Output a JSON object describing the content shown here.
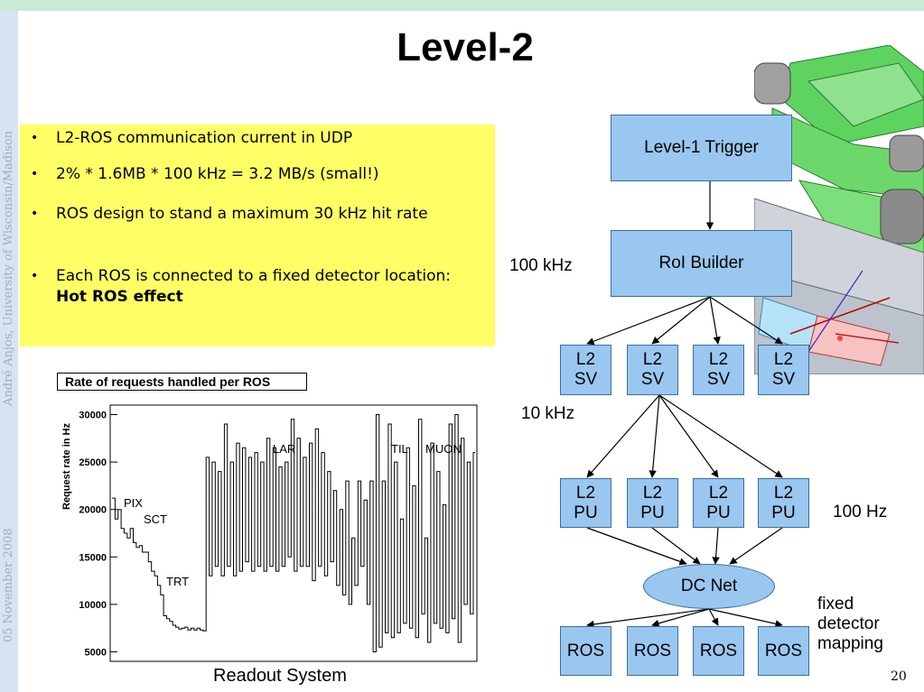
{
  "slide": {
    "title": "Level-2",
    "page_number": "20",
    "side_author": "André Anjos, University of Wisconsin/Madison",
    "side_date": "05 November 2008"
  },
  "bullets": [
    {
      "text": "L2-ROS communication current in UDP",
      "bold": ""
    },
    {
      "text": "2% * 1.6MB * 100 kHz = 3.2 MB/s (small!)",
      "bold": ""
    },
    {
      "text": "ROS design to stand a maximum 30 kHz hit rate",
      "bold": ""
    },
    {
      "text": "Each ROS is connected to a fixed detector location: ",
      "bold": "Hot ROS effect"
    }
  ],
  "diagram": {
    "level1": "Level-1 Trigger",
    "roi_builder": "RoI Builder",
    "rate_100khz": "100 kHz",
    "rate_10khz": "10 kHz",
    "rate_100hz": "100 Hz",
    "sv_line1": "L2",
    "sv_line2": "SV",
    "pu_line1": "L2",
    "pu_line2": "PU",
    "dc_net": "DC Net",
    "ros": "ROS",
    "note_line1": "fixed",
    "note_line2": "detector",
    "note_line3": "mapping"
  },
  "chart_data": {
    "type": "line",
    "title": "Rate of requests handled per ROS",
    "xlabel": "Readout System",
    "ylabel": "Request rate in Hz",
    "ylim": [
      4000,
      31000
    ],
    "yticks": [
      5000,
      10000,
      15000,
      20000,
      25000,
      30000
    ],
    "ytick_labels": [
      "5000",
      "10000",
      "15000",
      "20000",
      "25000",
      "30000"
    ],
    "annotations": [
      "PIX",
      "SCT",
      "TRT",
      "LAR",
      "TIL",
      "MUON"
    ],
    "x": [
      0,
      1,
      2,
      3,
      4,
      5,
      6,
      7,
      8,
      9,
      10,
      11,
      12,
      13,
      14,
      15,
      16,
      17,
      18,
      19,
      20,
      21,
      22,
      23,
      24,
      25,
      26,
      27,
      28,
      29,
      30,
      31,
      32,
      33,
      34,
      35,
      36,
      37,
      38,
      39,
      40,
      41,
      42,
      43,
      44,
      45,
      46,
      47,
      48,
      49,
      50,
      51,
      52,
      53,
      54,
      55,
      56,
      57,
      58,
      59,
      60,
      61,
      62,
      63,
      64,
      65,
      66,
      67,
      68,
      69,
      70,
      71,
      72,
      73,
      74,
      75,
      76,
      77,
      78,
      79,
      80,
      81,
      82,
      83,
      84,
      85,
      86,
      87,
      88,
      89,
      90,
      91,
      92,
      93,
      94,
      95,
      96,
      97,
      98,
      99,
      100,
      101,
      102,
      103,
      104,
      105,
      106,
      107,
      108,
      109,
      110,
      111,
      112,
      113,
      114,
      115,
      116,
      117,
      118,
      119
    ],
    "values": [
      21200,
      19000,
      20000,
      18000,
      17500,
      17000,
      18000,
      16500,
      16000,
      16200,
      15500,
      15500,
      14500,
      13500,
      13000,
      12000,
      11000,
      8800,
      8500,
      8200,
      7800,
      7600,
      7400,
      7500,
      7600,
      7300,
      7500,
      7300,
      7500,
      7300,
      7200,
      25500,
      13000,
      25000,
      14000,
      24000,
      13000,
      29000,
      14000,
      25000,
      13000,
      27000,
      13500,
      26500,
      14500,
      25500,
      13500,
      26000,
      14000,
      25000,
      13500,
      27500,
      14000,
      26500,
      13500,
      24500,
      14000,
      25000,
      15000,
      29500,
      13500,
      27500,
      14000,
      25500,
      14000,
      27000,
      12500,
      28500,
      14000,
      26000,
      13000,
      24000,
      14500,
      22000,
      12000,
      20000,
      11000,
      23000,
      10000,
      17000,
      12000,
      23000,
      14000,
      21000,
      10000,
      23000,
      5000,
      30000,
      5500,
      23000,
      7000,
      29000,
      6500,
      25000,
      7000,
      19000,
      8000,
      26500,
      7500,
      22500,
      6500,
      29500,
      9000,
      17000,
      6000,
      27000,
      8000,
      24000,
      7500,
      20500,
      7000,
      29000,
      8500,
      30000,
      6000,
      27500,
      10000,
      25000,
      9000,
      26000
    ]
  }
}
